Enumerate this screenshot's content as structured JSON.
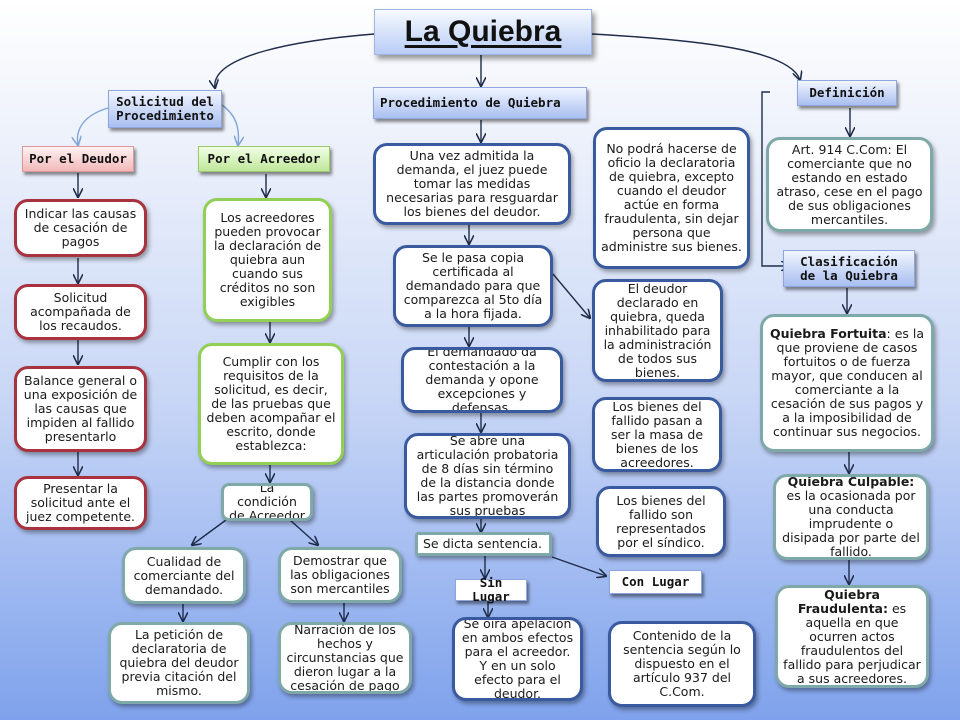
{
  "title": "La Quiebra",
  "left": {
    "heading": "Solicitud del Procedimiento",
    "deudor": {
      "label": "Por el Deudor",
      "steps": [
        "Indicar las causas de cesación de pagos",
        "Solicitud acompañada de los recaudos.",
        "Balance general o una exposición de las causas que impiden al fallido presentarlo",
        "Presentar la solicitud ante el juez competente."
      ]
    },
    "acreedor": {
      "label": "Por el Acreedor",
      "box1": "Los acreedores pueden provocar la declaración de quiebra aun cuando sus créditos no son exigibles",
      "box2": "Cumplir con los requisitos de la solicitud, es decir, de las pruebas que deben acompañar el escrito, donde establezca:",
      "condicion": "La condición de Acreedor",
      "cualidad": "Cualidad de comerciante del demandado.",
      "demostrar": "Demostrar que las obligaciones son mercantiles",
      "peticion": "La petición de declaratoria de quiebra del deudor previa citación del mismo.",
      "narracion": "Narración de los hechos y circunstancias que dieron lugar a la cesación de pago"
    }
  },
  "center": {
    "heading": "Procedimiento de Quiebra",
    "s1": "Una vez admitida la demanda, el juez puede tomar las medidas necesarias para resguardar los bienes del deudor.",
    "s2": "Se le pasa copia certificada al demandado para que comparezca al 5to día a la hora fijada.",
    "s3": "El demandado da contestación a la demanda y opone excepciones y defensas.",
    "s4": "Se abre una articulación probatoria de 8 días sin término de la distancia donde las partes promoverán sus pruebas",
    "sentencia": "Se dicta sentencia.",
    "sin_lugar": "Sin Lugar",
    "con_lugar": "Con Lugar",
    "apelacion": "Se oirá apelación en ambos efectos para el acreedor. Y en un solo efecto para el deudor.",
    "contenido": "Contenido de la sentencia según lo dispuesto en el artículo 937 del C.Com.",
    "oficio": "No podrá hacerse de oficio la declaratoria de quiebra, excepto cuando el deudor actúe en forma fraudulenta, sin dejar persona que administre sus bienes.",
    "inhabilitado": "El deudor declarado en quiebra, queda inhabilitado para la administración de todos sus bienes.",
    "masa": "Los bienes del fallido pasan a ser la masa de bienes de los acreedores.",
    "sindico": "Los bienes del fallido son representados por el síndico."
  },
  "right": {
    "definicion_label": "Definición",
    "definicion": "Art. 914 C.Com: El comerciante que no estando en estado atraso, cese en el pago de sus obligaciones mercantiles.",
    "clasificacion_label": "Clasificación de la Quiebra",
    "fortuita_title": "Quiebra Fortuita",
    "fortuita_text": ": es la que proviene de casos fortuitos o de fuerza mayor, que conducen al comerciante a la cesación de sus pagos y a la imposibilidad de continuar sus negocios.",
    "culpable_title": "Quiebra Culpable:",
    "culpable_text": " es la ocasionada por una conducta imprudente o disipada por parte del fallido.",
    "fraudulenta_title": "Quiebra Fraudulenta:",
    "fraudulenta_text": " es aquella en que ocurren actos fraudulentos del fallido para perjudicar a sus acreedores."
  },
  "colors": {
    "blue_border": "#3a5aa0",
    "red_border": "#a8333f",
    "green_border": "#92cf55",
    "teal_border": "#7ea9a8",
    "arrow": "#1f2d4a",
    "curve_arrow": "#7fa6d6"
  }
}
